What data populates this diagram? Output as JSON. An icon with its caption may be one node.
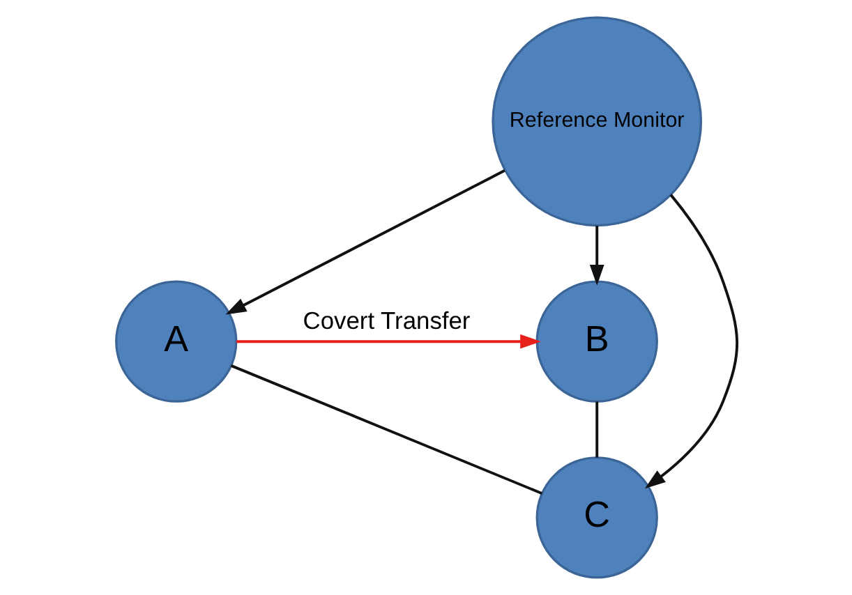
{
  "diagram": {
    "nodes": [
      {
        "text": [
          "Reference Monitor"
        ]
      },
      {
        "text": [
          "A"
        ]
      },
      {
        "text": [
          "B"
        ]
      },
      {
        "text": [
          "C"
        ]
      }
    ],
    "edges": [
      {
        "from": 0,
        "to": 1,
        "arrow": "to"
      },
      {
        "from": 0,
        "to": 2,
        "arrow": "to"
      },
      {
        "from": 0,
        "to": 3,
        "arrow": "to"
      },
      {
        "from": 1,
        "to": 3,
        "arrow": "none"
      },
      {
        "from": 2,
        "to": 3,
        "arrow": "none"
      },
      {
        "from": 1,
        "to": 2,
        "arrow": "to",
        "label": "Covert Transfer",
        "color": "#e8201c"
      }
    ]
  }
}
